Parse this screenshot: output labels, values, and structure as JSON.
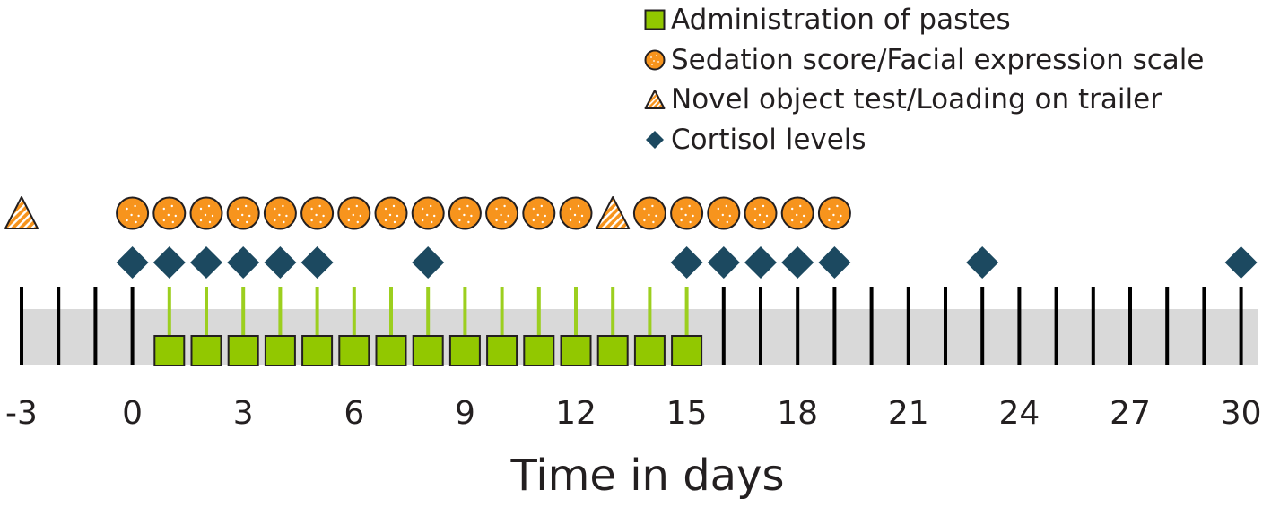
{
  "legend": [
    {
      "label": "Administration of pastes",
      "icon": "square-icon"
    },
    {
      "label": "Sedation score/Facial expression scale",
      "icon": "circle-icon"
    },
    {
      "label": "Novel object test/Loading on trailer",
      "icon": "hatched-triangle-icon"
    },
    {
      "label": "Cortisol levels",
      "icon": "diamond-icon"
    }
  ],
  "axis": {
    "title": "Time in days",
    "min": -3,
    "max": 30,
    "tick_labels": [
      "-3",
      "0",
      "3",
      "6",
      "9",
      "12",
      "15",
      "18",
      "21",
      "24",
      "27",
      "30"
    ]
  },
  "events": {
    "administration_of_pastes": [
      1,
      2,
      3,
      4,
      5,
      6,
      7,
      8,
      9,
      10,
      11,
      12,
      13,
      14,
      15
    ],
    "sedation_score_facial_expression": [
      0,
      1,
      2,
      3,
      4,
      5,
      6,
      7,
      8,
      9,
      10,
      11,
      12,
      14,
      15,
      16,
      17,
      18,
      19
    ],
    "novel_object_loading_trailer": [
      -3,
      13
    ],
    "cortisol_levels": [
      0,
      1,
      2,
      3,
      4,
      5,
      8,
      15,
      16,
      17,
      18,
      19,
      23,
      30
    ]
  },
  "colors": {
    "paste_square": "#92c800",
    "paste_connector": "#9ccf1f",
    "sedation_circle": "#f7941d",
    "triangle_fill": "#f7941d",
    "diamond": "#1c4960",
    "band": "#d9d9d9",
    "tick": "#000000",
    "text": "#231f20"
  }
}
